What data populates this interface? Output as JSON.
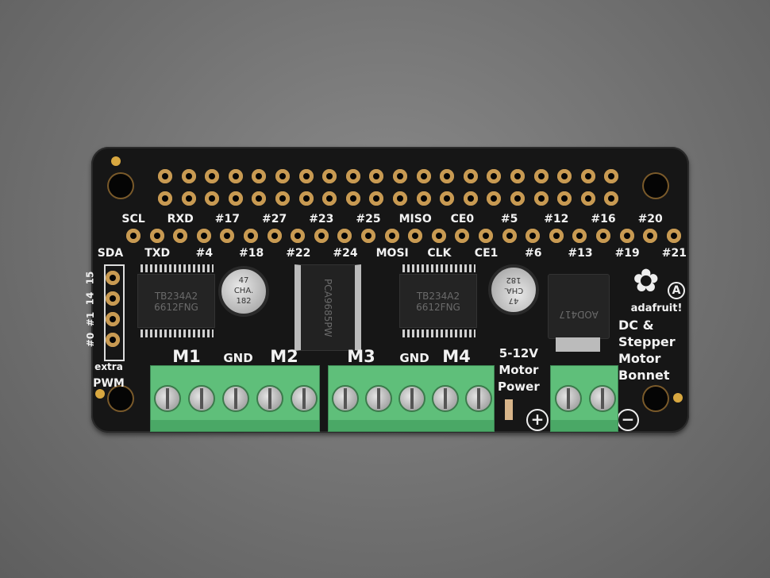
{
  "board": {
    "top_labels": [
      "SCL",
      "RXD",
      "#17",
      "#27",
      "#23",
      "#25",
      "MISO",
      "CE0",
      "#5",
      "#12",
      "#16",
      "#20"
    ],
    "bottom_labels": [
      "SDA",
      "TXD",
      "#4",
      "#18",
      "#22",
      "#24",
      "MOSI",
      "CLK",
      "CE1",
      "#6",
      "#13",
      "#19",
      "#21"
    ],
    "side_pins": [
      "15",
      "14",
      "#1",
      "#0"
    ],
    "extra_label": "extra",
    "pwm_label": "PWM",
    "motor_labels": {
      "m1": "M1",
      "gnd1": "GND",
      "m2": "M2",
      "m3": "M3",
      "gnd2": "GND",
      "m4": "M4"
    },
    "power_label": [
      "5-12V",
      "Motor",
      "Power"
    ],
    "plus": "+",
    "minus": "−",
    "product_name": [
      "DC &",
      "Stepper",
      "Motor",
      "Bonnet"
    ],
    "brand": "adafruit!",
    "chips": {
      "driver1": [
        "TB234A2",
        "6612FNG"
      ],
      "pwm": "PCA9685PW",
      "driver2": [
        "TB234A2",
        "6612FNG"
      ],
      "mosfet": "AOD417",
      "cap": [
        "47",
        "CHA.",
        "182"
      ]
    },
    "colors": {
      "pcb": "#161616",
      "pads": "#c89a52",
      "terminal": "#5fbf7a"
    }
  }
}
